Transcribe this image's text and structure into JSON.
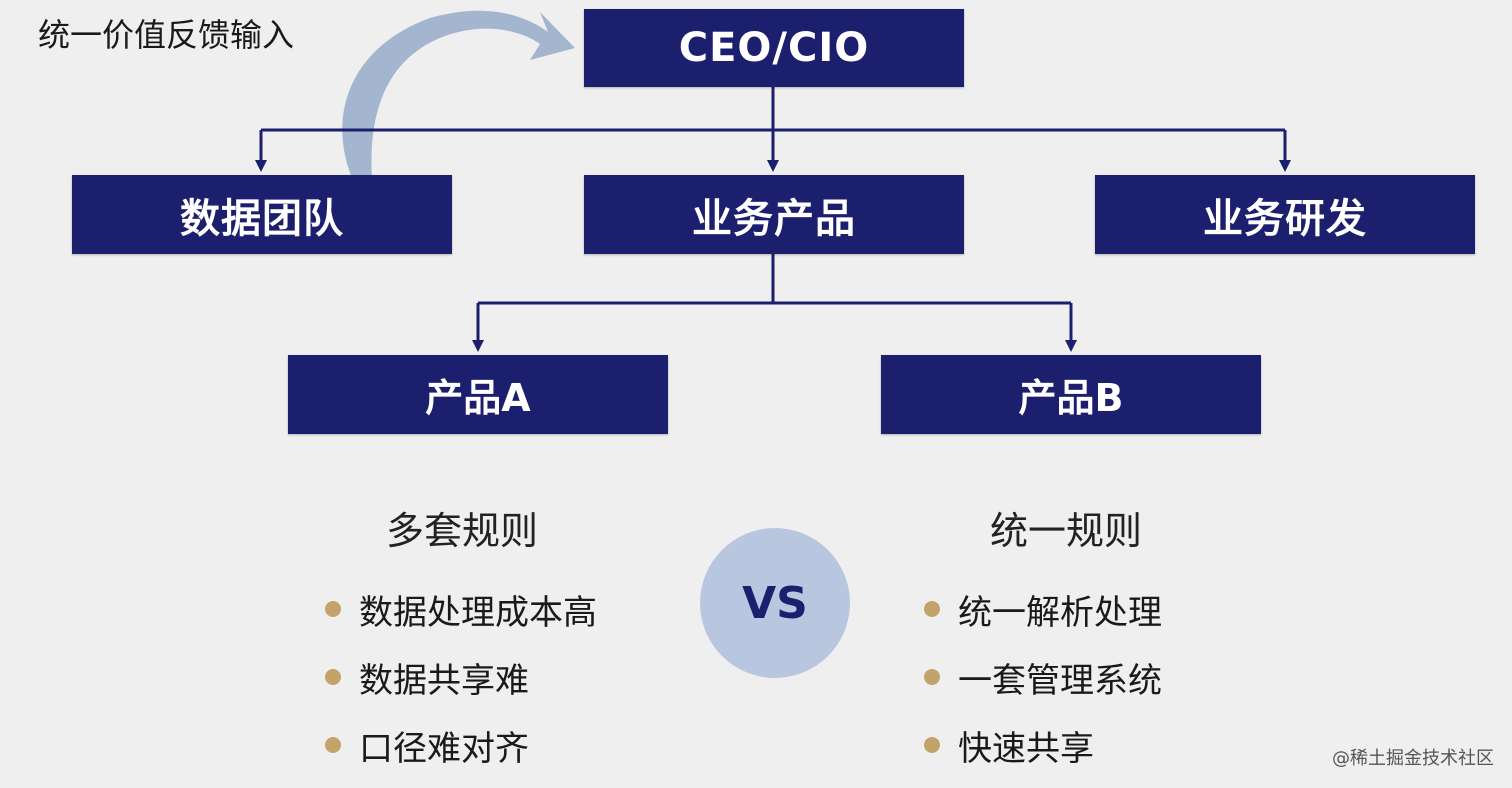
{
  "colors": {
    "box_fill": "#1c1f6e",
    "box_text": "#ffffff",
    "connector": "#1c1f6e",
    "feedback_arrow": "#9fb2cc",
    "bullet": "#c4a36a",
    "vs_fill": "#b9c6e0",
    "vs_text": "#1c1f6e"
  },
  "feedback": {
    "label": "统一价值反馈输入"
  },
  "nodes": {
    "ceo": "CEO/CIO",
    "data_team": "数据团队",
    "biz_product": "业务产品",
    "biz_rnd": "业务研发",
    "product_a": "产品A",
    "product_b": "产品B"
  },
  "compare": {
    "vs": "VS",
    "left": {
      "title": "多套规则",
      "items": [
        "数据处理成本高",
        "数据共享难",
        "口径难对齐"
      ]
    },
    "right": {
      "title": "统一规则",
      "items": [
        "统一解析处理",
        "一套管理系统",
        "快速共享"
      ]
    }
  },
  "watermark": "@稀土掘金技术社区"
}
